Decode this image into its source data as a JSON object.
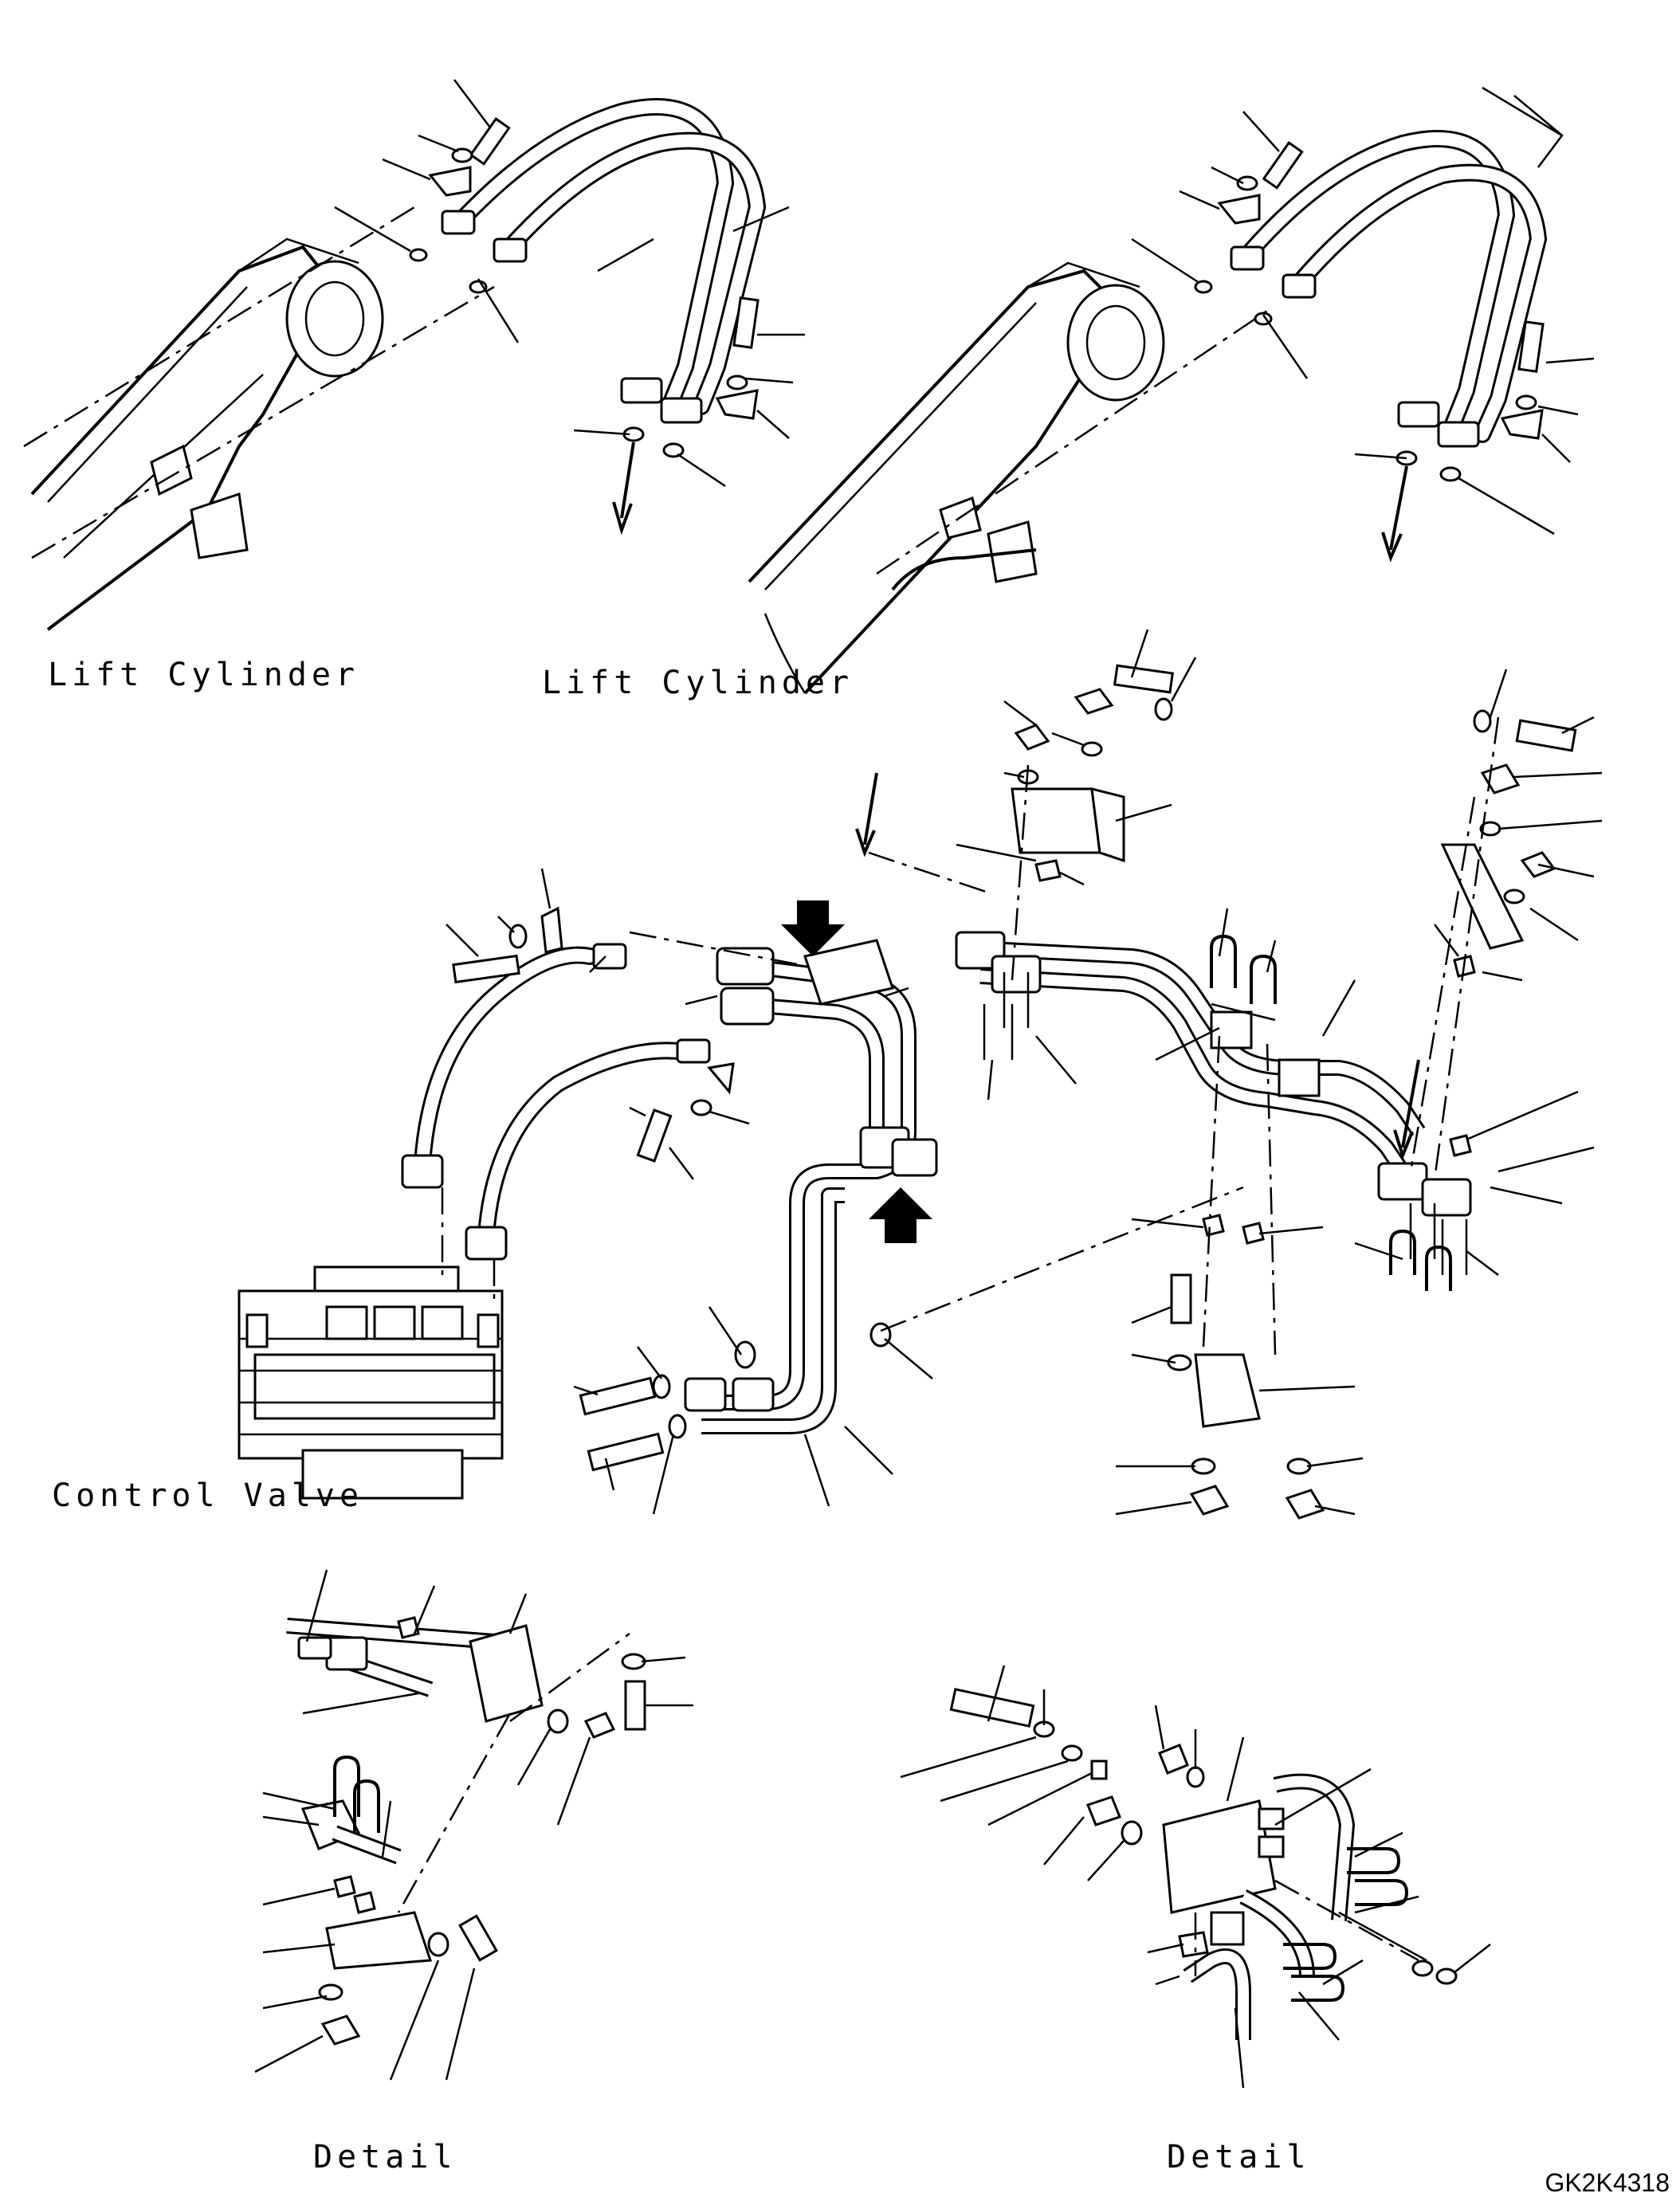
{
  "labels": {
    "lift_cylinder_left": "Lift Cylinder",
    "lift_cylinder_right": "Lift Cylinder",
    "control_valve": "Control Valve",
    "detail_left": "Detail",
    "detail_right": "Detail",
    "drawing_code": "GK2K4318"
  }
}
